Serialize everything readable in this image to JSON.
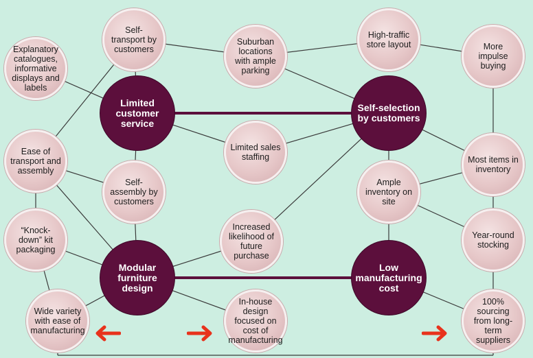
{
  "themes": {
    "limited_service": "Limited customer service",
    "self_selection": "Self-selection by customers",
    "modular_design": "Modular furniture design",
    "low_cost": "Low manufacturing cost"
  },
  "activities": {
    "explanatory": "Explanatory catalogues, informative displays and labels",
    "self_transport": "Self-transport by customers",
    "suburban": "Suburban locations with ample parking",
    "high_traffic": "High-traffic store layout",
    "impulse": "More impulse buying",
    "ease_transport": "Ease of transport and assembly",
    "limited_sales": "Limited sales staffing",
    "most_items": "Most items in inventory",
    "self_assembly": "Self-assembly by customers",
    "ample_inventory": "Ample inventory on site",
    "knockdown": "“Knock-down” kit packaging",
    "future_purchase": "Increased likelihood of future purchase",
    "year_round": "Year-round stocking",
    "wide_variety": "Wide variety with ease of manufacturing",
    "in_house": "In-house design focused on cost of manufacturing",
    "sourcing": "100% sourcing from long-term suppliers"
  },
  "colors": {
    "background": "#cdeee1",
    "theme_fill": "#5c0f3c",
    "activity_fill": "#e6c7c8",
    "link": "#3a3a3a",
    "theme_link": "#5c0f3c",
    "arrow": "#e8321c"
  }
}
